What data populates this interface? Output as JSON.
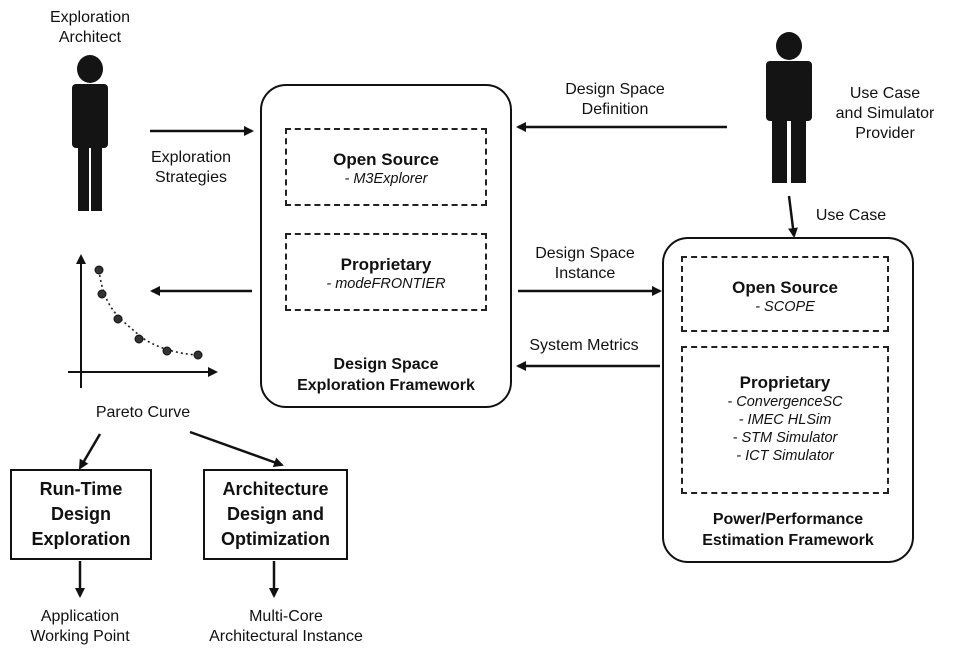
{
  "actors": {
    "architect": "Exploration\nArchitect",
    "provider": "Use Case\nand Simulator\nProvider"
  },
  "dse_framework": {
    "title": "Design Space\nExploration Framework",
    "open_source": {
      "title": "Open Source",
      "item": "- M3Explorer"
    },
    "proprietary": {
      "title": "Proprietary",
      "item": "- modeFRONTIER"
    }
  },
  "ppe_framework": {
    "title": "Power/Performance\nEstimation Framework",
    "open_source": {
      "title": "Open Source",
      "item": "- SCOPE"
    },
    "proprietary": {
      "title": "Proprietary",
      "items": [
        "- ConvergenceSC",
        "- IMEC HLSim",
        "- STM Simulator",
        "- ICT Simulator"
      ]
    }
  },
  "flows": {
    "exploration_strategies": "Exploration\nStrategies",
    "design_space_definition": "Design Space\nDefinition",
    "use_case": "Use Case",
    "design_space_instance": "Design Space\nInstance",
    "system_metrics": "System Metrics"
  },
  "pareto": {
    "label": "Pareto Curve"
  },
  "outcomes": {
    "runtime": "Run-Time\nDesign\nExploration",
    "architecture": "Architecture\nDesign and\nOptimization",
    "runtime_result": "Application\nWorking Point",
    "architecture_result": "Multi-Core\nArchitectural Instance"
  },
  "colors": {
    "ink": "#111111",
    "person": "#141414"
  }
}
